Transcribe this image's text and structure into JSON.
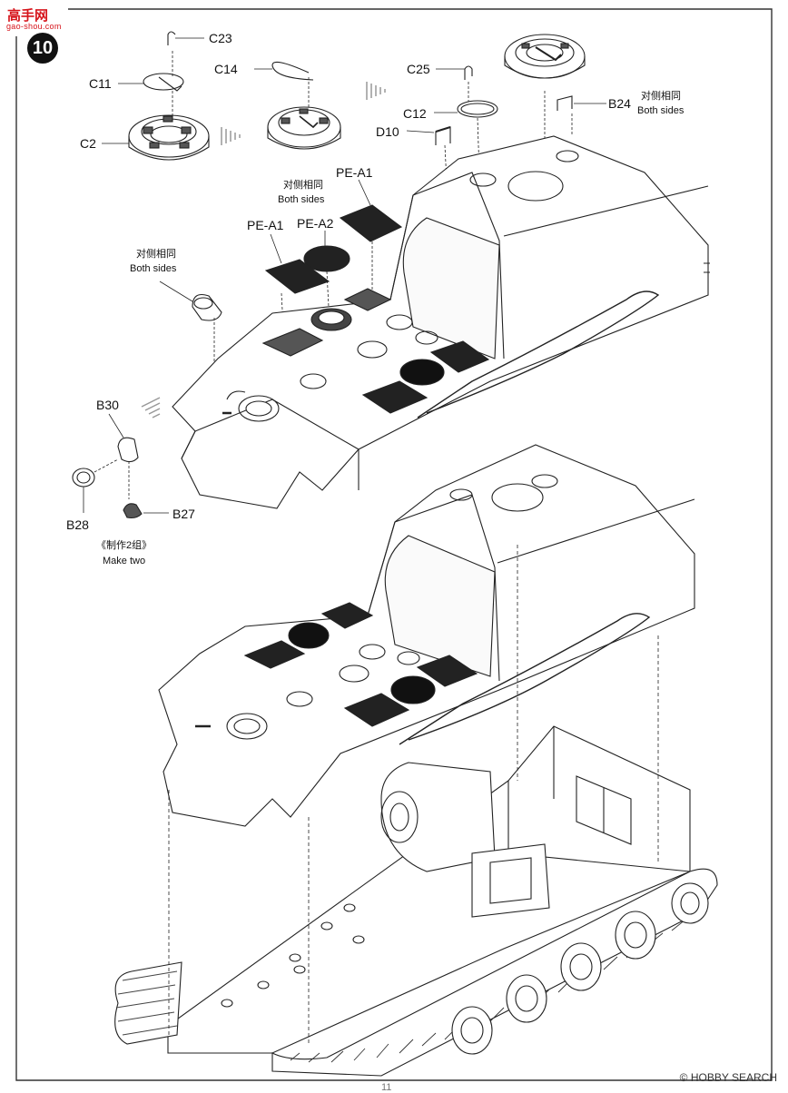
{
  "header": {
    "site_logo": "高手网",
    "site_url": "gao-shou.com",
    "step_number": "10"
  },
  "callouts": {
    "c23": "C23",
    "c11": "C11",
    "c2": "C2",
    "c14": "C14",
    "c25": "C25",
    "c12": "C12",
    "d10": "D10",
    "b24": "B24",
    "pe_a1_top": "PE-A1",
    "pe_a1": "PE-A1",
    "pe_a2": "PE-A2",
    "b30": "B30",
    "b28": "B28",
    "b27": "B27"
  },
  "notes": {
    "both_sides_cn": "对侧相同",
    "both_sides_en": "Both sides",
    "make_two_cn": "《制作2组》",
    "make_two_en": "Make two"
  },
  "footer": {
    "watermark": "© HOBBY SEARCH",
    "page_number": "11"
  }
}
